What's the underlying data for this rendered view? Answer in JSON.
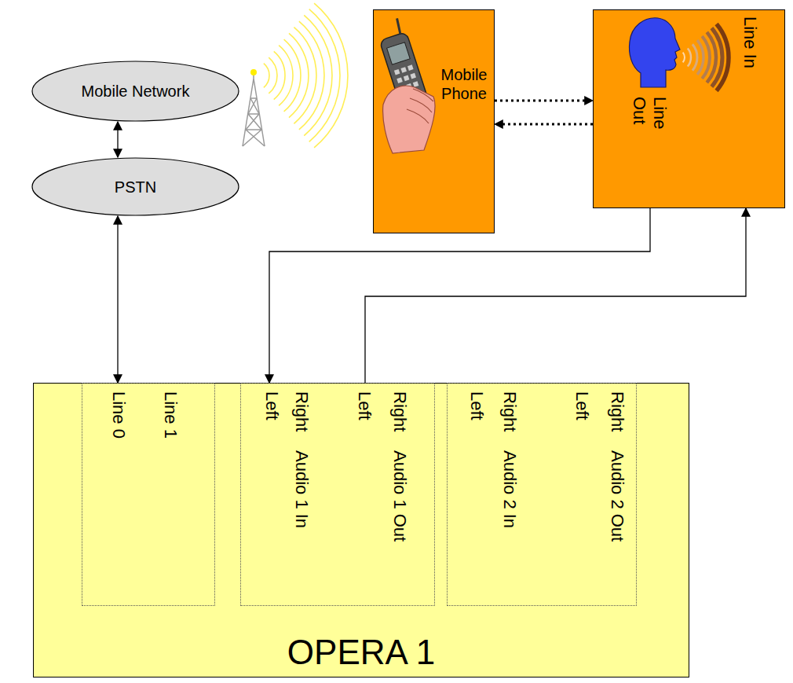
{
  "diagram": {
    "nodes": [
      {
        "text": [
          "Mobile Network"
        ]
      },
      {
        "text": [
          "PSTN"
        ]
      },
      {
        "text": [
          "Mobile Phone"
        ]
      },
      {
        "text": [
          "Line Out",
          "Line In"
        ]
      },
      {
        "text": [
          "OPERA 1"
        ]
      },
      {
        "text": [
          "Line 0",
          "Line 1"
        ],
        "in": 4
      },
      {
        "text": [
          "Left",
          "Right",
          "Audio 1 In",
          "Left",
          "Right",
          "Audio 1 Out"
        ],
        "in": 4
      },
      {
        "text": [
          "Left",
          "Right",
          "Audio 2 In",
          "Left",
          "Right",
          "Audio 2 Out"
        ],
        "in": 4
      }
    ],
    "edges": [
      {
        "from": 0,
        "to": 1,
        "arrow": "both"
      },
      {
        "from": 1,
        "to": 5,
        "arrow": "both"
      },
      {
        "from": 2,
        "to": 3,
        "arrow": "to"
      },
      {
        "from": 3,
        "to": 2,
        "arrow": "to"
      },
      {
        "from": 3,
        "to": 6,
        "arrow": "to"
      },
      {
        "from": 6,
        "to": 3,
        "arrow": "to"
      }
    ]
  }
}
